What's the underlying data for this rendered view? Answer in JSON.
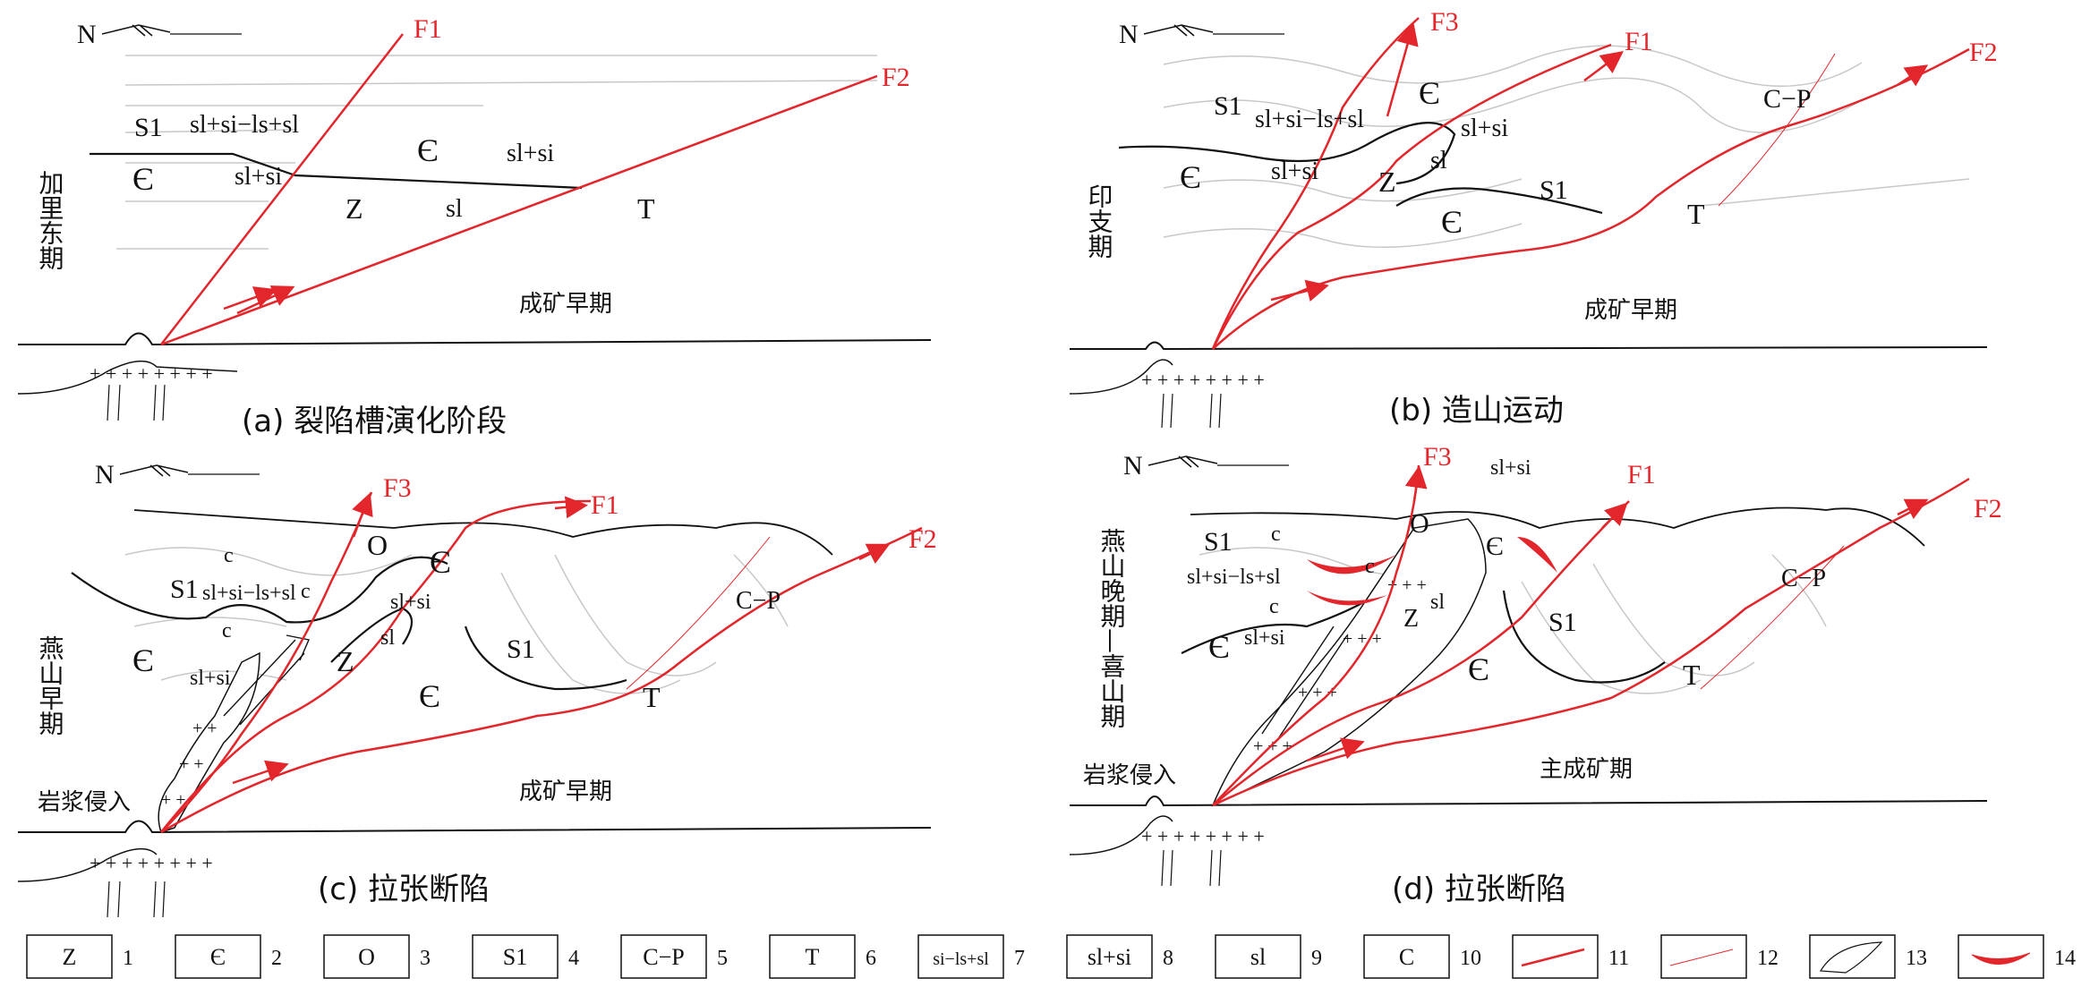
{
  "colors": {
    "fault": "#e3262b",
    "line": "#111111",
    "faint": "#c8c8c8",
    "ore": "#e3262b"
  },
  "north": "N",
  "panels": [
    {
      "caption": "(a)  裂陷槽演化阶段",
      "period": "加里东期",
      "stage": "成矿早期",
      "faults": [
        "F1",
        "F2"
      ],
      "labels": [
        "S1",
        "sl+si−ls+sl",
        "Є",
        "sl+si",
        "Є",
        "sl+si",
        "Z",
        "sl",
        "T"
      ]
    },
    {
      "caption": "(b)  造山运动",
      "period": "印支期",
      "stage": "成矿早期",
      "faults": [
        "F3",
        "F1",
        "F2"
      ],
      "labels": [
        "S1",
        "sl+si−ls+sl",
        "Є",
        "sl+si",
        "Є",
        "sl+si",
        "Z",
        "sl",
        "S1",
        "Є",
        "T",
        "C−P"
      ]
    },
    {
      "caption": "(c)  拉张断陷",
      "period": "燕山早期",
      "stage": "成矿早期",
      "intrusion": "岩浆侵入",
      "faults": [
        "F3",
        "F1",
        "F2"
      ],
      "labels": [
        "c",
        "O",
        "S1",
        "sl+si−ls+sl",
        "c",
        "Є",
        "sl+si",
        "c",
        "Є",
        "sl+si",
        "Z",
        "sl",
        "S1",
        "Є",
        "T",
        "C−P"
      ]
    },
    {
      "caption": "(d)  拉张断陷",
      "period": "燕山晚期—喜山期",
      "stage": "主成矿期",
      "intrusion": "岩浆侵入",
      "faults": [
        "F3",
        "F1",
        "F2"
      ],
      "labels": [
        "sl+si",
        "S1",
        "c",
        "O",
        "sl+si−ls+sl",
        "c",
        "c",
        "Є",
        "sl+si",
        "Є",
        "Z",
        "sl",
        "S1",
        "Є",
        "T",
        "C−P"
      ]
    }
  ],
  "legend": [
    {
      "n": "1",
      "t": "Z"
    },
    {
      "n": "2",
      "t": "Є"
    },
    {
      "n": "3",
      "t": "O"
    },
    {
      "n": "4",
      "t": "S1"
    },
    {
      "n": "5",
      "t": "C−P"
    },
    {
      "n": "6",
      "t": "T"
    },
    {
      "n": "7",
      "t": "si−ls+sl"
    },
    {
      "n": "8",
      "t": "sl+si"
    },
    {
      "n": "9",
      "t": "sl"
    },
    {
      "n": "10",
      "t": "C"
    },
    {
      "n": "11",
      "t": ""
    },
    {
      "n": "12",
      "t": ""
    },
    {
      "n": "13",
      "t": ""
    },
    {
      "n": "14",
      "t": ""
    }
  ]
}
